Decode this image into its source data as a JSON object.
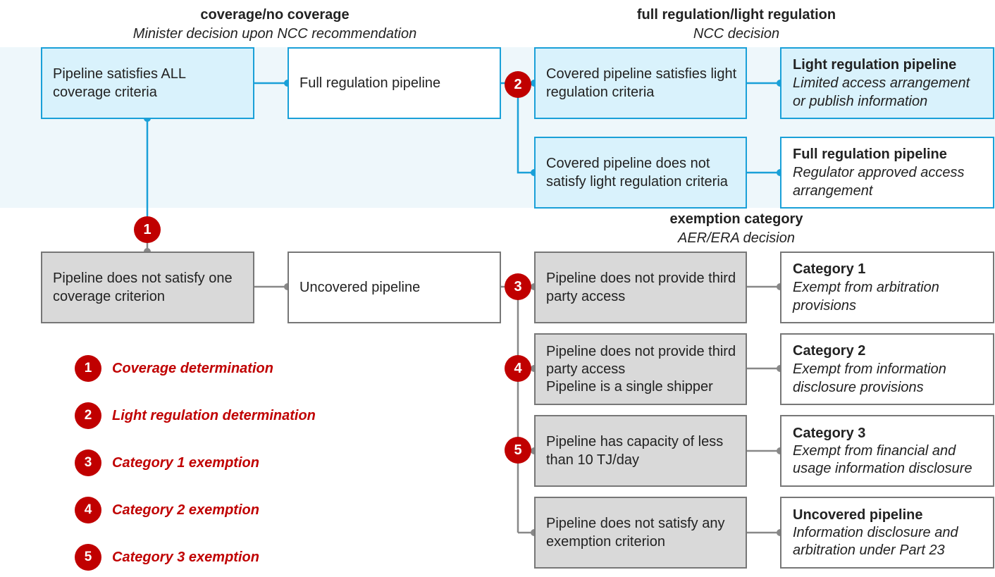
{
  "headers": {
    "coverage": {
      "title": "coverage/no coverage",
      "subtitle": "Minister decision upon NCC recommendation"
    },
    "regulation": {
      "title": "full regulation/light regulation",
      "subtitle": "NCC decision"
    },
    "exemption": {
      "title": "exemption category",
      "subtitle": "AER/ERA decision"
    }
  },
  "boxes": {
    "satisfies_all": "Pipeline satisfies ALL coverage criteria",
    "full_regulation": "Full regulation  pipeline",
    "covered_light": "Covered pipeline  satisfies light regulation criteria",
    "covered_not_light": "Covered pipeline  does not satisfy light  regulation criteria",
    "light_result": {
      "title": "Light regulation pipeline",
      "subtitle": "Limited access arrangement or publish information"
    },
    "full_result": {
      "title": "Full regulation pipeline",
      "subtitle": "Regulator approved access arrangement"
    },
    "not_one": "Pipeline does not satisfy one coverage criterion",
    "uncovered": "Uncovered pipeline",
    "no_third_party": "Pipeline does not provide third party access",
    "single_shipper": [
      "Pipeline does not provide third party access",
      "Pipeline  is a single shipper"
    ],
    "capacity": "Pipeline  has capacity of less than 10 TJ/day",
    "no_exemption": "Pipeline does not satisfy any exemption criterion",
    "cat1": {
      "title": "Category 1",
      "subtitle": "Exempt from arbitration provisions"
    },
    "cat2": {
      "title": "Category 2",
      "subtitle": "Exempt from information disclosure provisions"
    },
    "cat3": {
      "title": "Category 3",
      "subtitle": "Exempt from financial and usage information disclosure"
    },
    "uncovered_result": {
      "title": "Uncovered pipeline",
      "subtitle": "Information disclosure and arbitration under Part 23"
    }
  },
  "markers": [
    "1",
    "2",
    "3",
    "4",
    "5"
  ],
  "legend": [
    {
      "num": "1",
      "label": "Coverage determination"
    },
    {
      "num": "2",
      "label": "Light regulation determination"
    },
    {
      "num": "3",
      "label": "Category 1 exemption"
    },
    {
      "num": "4",
      "label": "Category 2 exemption"
    },
    {
      "num": "5",
      "label": "Category 3 exemption"
    }
  ],
  "colors": {
    "accent_red": "#c00000",
    "blue": "#1aa0d8",
    "gray_box": "#d9d9d9",
    "band": "#eef7fb"
  }
}
